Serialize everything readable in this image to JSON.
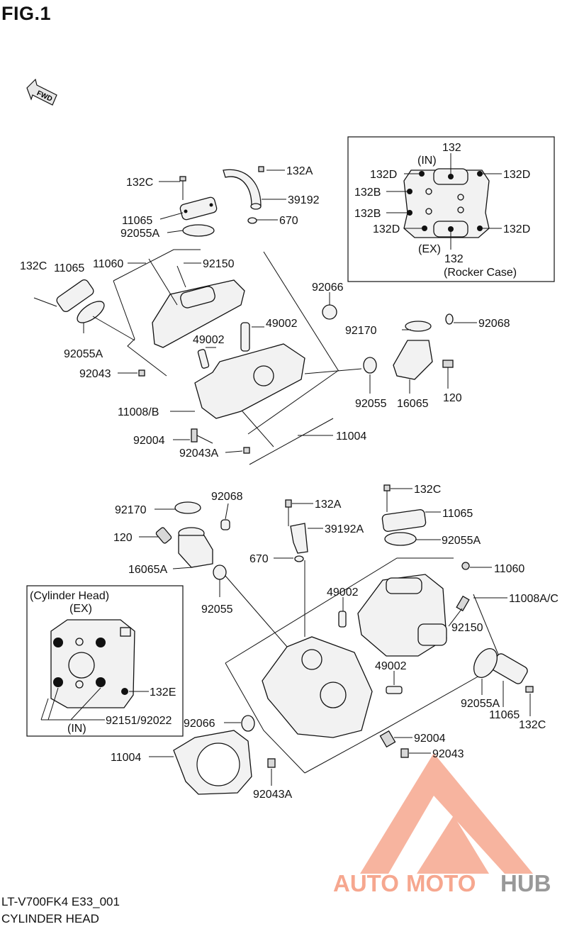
{
  "figure": {
    "title": "FIG.1"
  },
  "fwd_arrow": {
    "label": "FWD"
  },
  "footer": {
    "model_code": "LT-V700FK4 E33_001",
    "caption": "CYLINDER HEAD"
  },
  "watermark": {
    "text_part1": "AUTO",
    "text_part2": "MOTO",
    "text_part3": "HUB",
    "color_light": "#f6a78f",
    "color_dark": "#999999"
  },
  "inset_rocker": {
    "title_label": "(Rocker Case)",
    "part_132": "132",
    "part_132_bottom": "132",
    "in_label": "(IN)",
    "ex_label": "(EX)",
    "part_132d": "132D",
    "part_132b": "132B"
  },
  "inset_cylinder": {
    "title_label": "(Cylinder Head)",
    "ex_label": "(EX)",
    "in_label": "(IN)",
    "part_132e": "132E",
    "part_92151": "92151/92022"
  },
  "rear_labels": {
    "p132c_top": "132C",
    "p132a_top": "132A",
    "p39192": "39192",
    "p11065_top": "11065",
    "p670_top": "670",
    "p92055a_top": "92055A",
    "p11060": "11060",
    "p92150": "92150",
    "p132c_left": "132C",
    "p11065_left": "11065",
    "p92066": "92066",
    "p49002_a": "49002",
    "p49002_b": "49002",
    "p92170": "92170",
    "p92068": "92068",
    "p92055a_left": "92055A",
    "p92043": "92043",
    "p11008b": "11008/B",
    "p92055": "92055",
    "p16065": "16065",
    "p120": "120",
    "p92004": "92004",
    "p11004": "11004",
    "p92043a": "92043A"
  },
  "front_labels": {
    "p132c": "132C",
    "p92170": "92170",
    "p92068": "92068",
    "p132a": "132A",
    "p11065": "11065",
    "p120": "120",
    "p39192a": "39192A",
    "p92055a": "92055A",
    "p16065a": "16065A",
    "p670": "670",
    "p11060": "11060",
    "p92055": "92055",
    "p49002_top": "49002",
    "p11008ac": "11008A/C",
    "p92150": "92150",
    "p49002_mid": "49002",
    "p92055a_right": "92055A",
    "p11065_right": "11065",
    "p132c_right": "132C",
    "p92066": "92066",
    "p92004": "92004",
    "p92043": "92043",
    "p11004": "11004",
    "p92043a": "92043A"
  }
}
